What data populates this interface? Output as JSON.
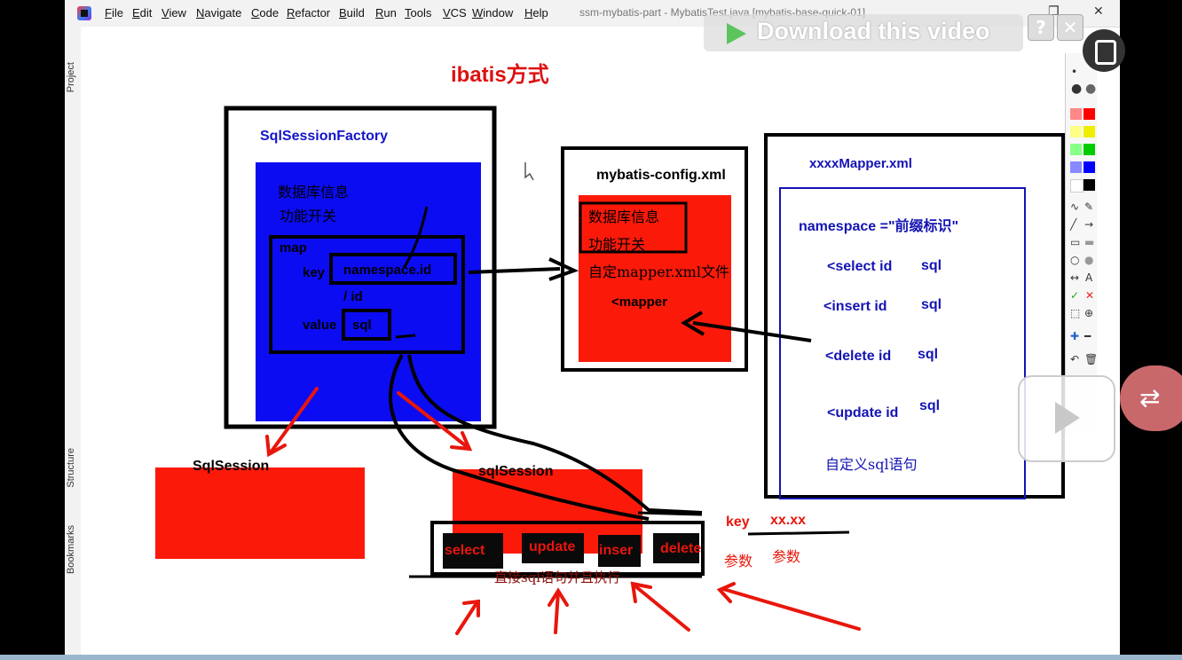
{
  "menu": [
    "File",
    "Edit",
    "View",
    "Navigate",
    "Code",
    "Refactor",
    "Build",
    "Run",
    "Tools",
    "VCS",
    "Window",
    "Help"
  ],
  "window_title": "ssm-mybatis-part - MybatisTest.java [mybatis-base-quick-01]",
  "download_banner": "Download this video",
  "side_tabs": {
    "project": "Project",
    "structure": "Structure",
    "bookmarks": "Bookmarks"
  },
  "diagram": {
    "title": "ibatis方式",
    "factory_label": "SqlSessionFactory",
    "factory_db": "数据库信息",
    "factory_switch": "功能开关",
    "map_label": "map",
    "key_label": "key",
    "namespace_id": "namespace.id",
    "slash_id": "/  id",
    "value_label": "value",
    "sql_label": "sql",
    "config_label": "mybatis-config.xml",
    "config_db": "数据库信息",
    "config_switch": "功能开关",
    "config_custom": "自定mapper.xml文件",
    "config_mapper": "<mapper",
    "mapper_label": "xxxxMapper.xml",
    "namespace_line": "namespace =\"前缀标识\"",
    "select_line": "<select  id",
    "insert_line": "<insert   id",
    "delete_line": "<delete  id",
    "update_line": "<update id",
    "sql_word": "sql",
    "custom_sql": "自定义sql语句",
    "session1": "SqlSession",
    "session2": "sqlSession",
    "btn_select": "select",
    "btn_update": "update",
    "btn_insert": "inser",
    "btn_delete": "delete",
    "exec_caption": "直接sql语句并且执行",
    "key_text": "key",
    "xx_text": "xx.xx",
    "param1": "参数",
    "param2": "参数"
  }
}
